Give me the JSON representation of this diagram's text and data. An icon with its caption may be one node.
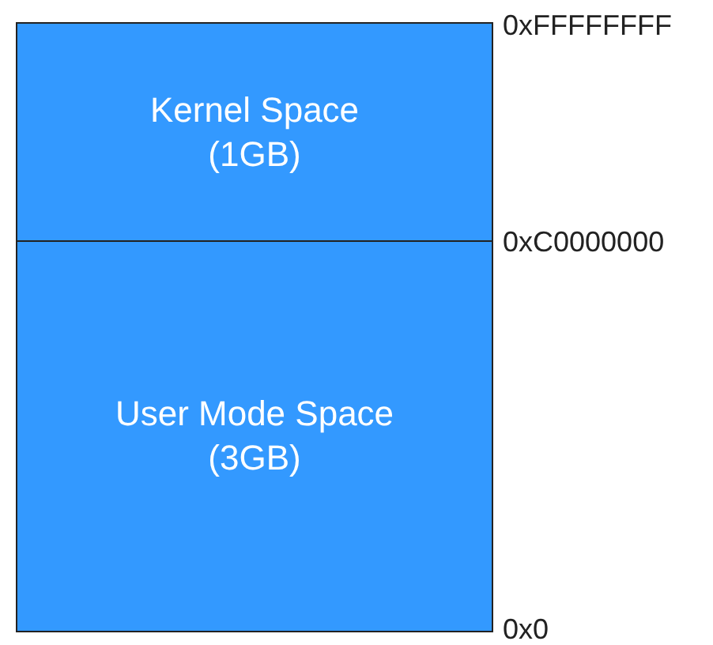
{
  "diagram": {
    "nodes": [
      {
        "text": [
          "Kernel Space (1GB)"
        ]
      },
      {
        "text": [
          "User Mode Space (3GB)"
        ]
      }
    ],
    "labels": [
      "0xFFFFFFFF",
      "0xC0000000",
      "0x0"
    ]
  }
}
